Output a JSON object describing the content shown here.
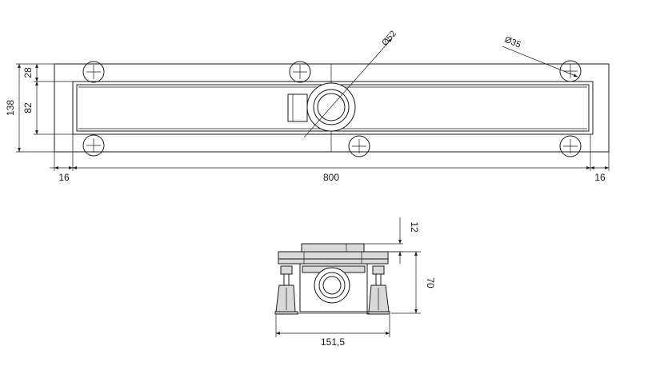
{
  "top_view": {
    "dim_width": "800",
    "dim_left_margin": "16",
    "dim_right_margin": "16",
    "dim_total_height": "138",
    "dim_top_offset": "28",
    "dim_channel_height": "82",
    "dim_outlet_diameter": "Ø52",
    "dim_hole_diameter": "Ø35"
  },
  "side_view": {
    "dim_width": "151,5",
    "dim_height": "70",
    "dim_grate_thickness": "12"
  }
}
